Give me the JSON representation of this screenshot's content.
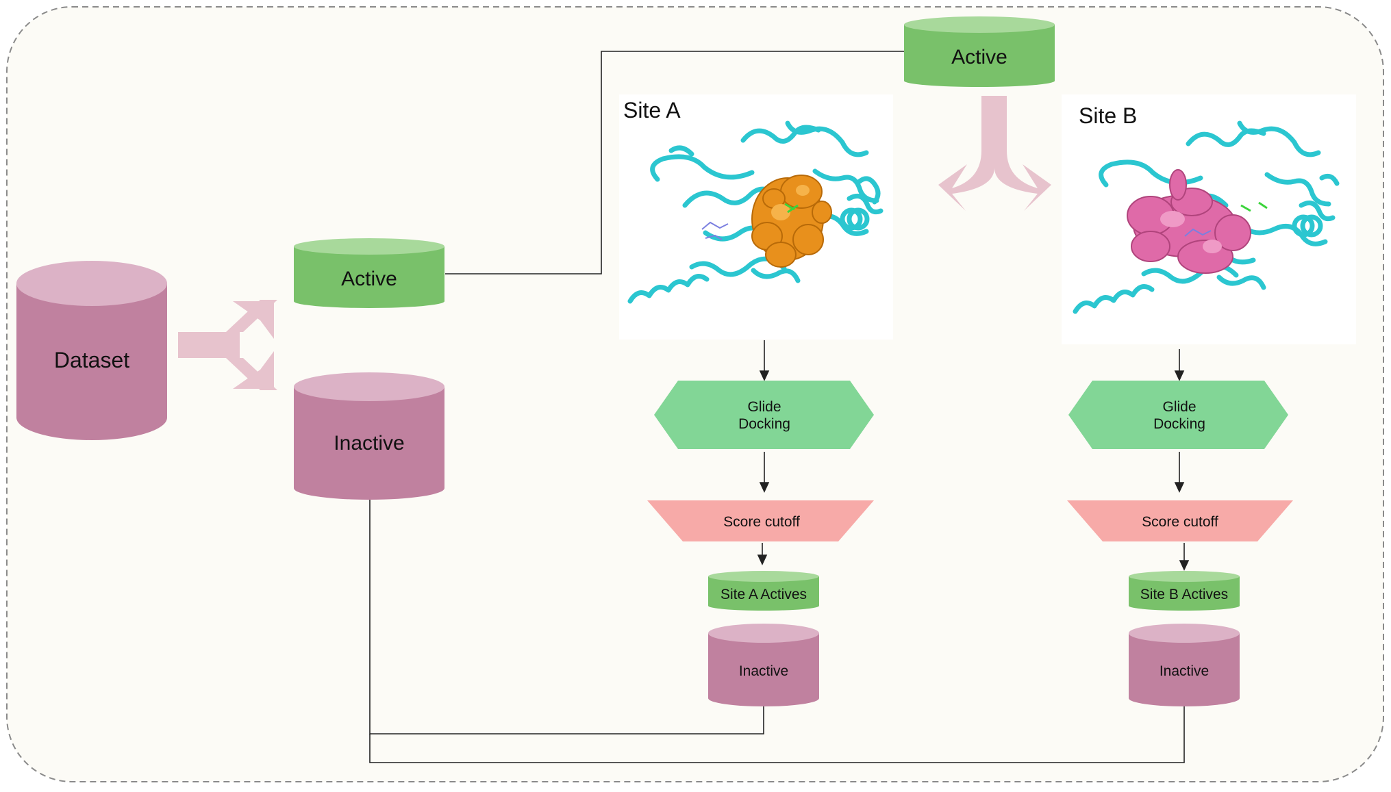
{
  "colors": {
    "background": "#fcfbf6",
    "border": "#8a8a8a",
    "active_fill": "#79c16a",
    "active_top": "#a8d99b",
    "inactive_fill": "#c0819f",
    "inactive_top": "#dcb2c6",
    "arrow_fill": "#e7c3cd",
    "glide_fill": "#82d696",
    "score_fill": "#f7aaa8",
    "protein_ribbon": "#2bc6d0",
    "pocket_site_a": "#e8901c",
    "pocket_site_b": "#df6aa8",
    "connector": "#222222"
  },
  "nodes": {
    "dataset": "Dataset",
    "active_main": "Active",
    "inactive_main": "Inactive",
    "active_top": "Active",
    "site_a": {
      "title": "Site A",
      "docking_line1": "Glide",
      "docking_line2": "Docking",
      "score": "Score cutoff",
      "actives": "Site A Actives",
      "inactive": "Inactive"
    },
    "site_b": {
      "title": "Site B",
      "docking_line1": "Glide",
      "docking_line2": "Docking",
      "score": "Score cutoff",
      "actives": "Site B Actives",
      "inactive": "Inactive"
    }
  },
  "icons": {
    "split_arrow_left": "split-arrow-icon",
    "split_arrow_top": "split-arrow-icon",
    "protein_site_a": "protein-structure-image",
    "protein_site_b": "protein-structure-image"
  }
}
